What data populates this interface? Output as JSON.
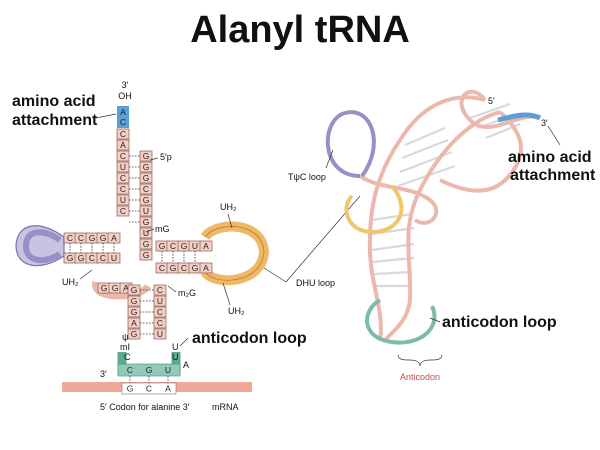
{
  "title": "Alanyl tRNA",
  "left": {
    "three_prime": "3′",
    "oh": "OH",
    "amino_acid_attachment": [
      "amino acid",
      "attachment"
    ],
    "five_prime_p": "5′p",
    "acceptor_5_side": [
      "G",
      "G",
      "G",
      "C",
      "G",
      "U",
      "G",
      "U",
      "G",
      "G"
    ],
    "acceptor_3_side": [
      "A",
      "C",
      "C",
      "A",
      "C",
      "U",
      "C",
      "C",
      "U",
      "C"
    ],
    "d_arm_top": [
      "G",
      "C",
      "G",
      "U",
      "A"
    ],
    "d_arm_bottom": [
      "C",
      "G",
      "C",
      "G",
      "A"
    ],
    "d_loop_right": [
      "G",
      "G"
    ],
    "tpsic_top": [
      "C",
      "C",
      "G",
      "G",
      "A"
    ],
    "tpsic_bottom": [
      "G",
      "G",
      "C",
      "C",
      "U"
    ],
    "middle_left": [
      "G",
      "G",
      "A"
    ],
    "anticodon_left_col": [
      "G",
      "G",
      "G",
      "A",
      "G"
    ],
    "anticodon_right_col": [
      "C",
      "U",
      "C",
      "C",
      "U"
    ],
    "anticodon": [
      "C",
      "G",
      "U"
    ],
    "codon": [
      "G",
      "C",
      "A"
    ],
    "mg": "mG",
    "m2g": "m₂G",
    "uh2": "UH₂",
    "mi": "mI",
    "psi": "ψ",
    "c_nt": "C",
    "u_nt": "U",
    "u_nt2": "U",
    "a_nt": "A",
    "anticodon_loop": "anticodon loop",
    "three_prime_bottom": "3′",
    "codon_label": "5′ Codon for alanine 3′",
    "mrna": "mRNA"
  },
  "right": {
    "five_prime": "5′",
    "three_prime": "3′",
    "tpsic_loop": "TψC loop",
    "dhu_loop": "DHU loop",
    "amino_acid_attachment": [
      "amino acid",
      "attachment"
    ],
    "anticodon_loop": "anticodon loop",
    "anticodon": "Anticodon"
  },
  "colors": {
    "strand": "#f3cfc5",
    "tpsic_loop": "#9a8fc4",
    "dhu_loop": "#efb866",
    "anticodon_loop": "#5ea894",
    "attachment_end": "#5aa0d6",
    "mrna_band": "#f0a898",
    "label_red": "#c0504d"
  }
}
